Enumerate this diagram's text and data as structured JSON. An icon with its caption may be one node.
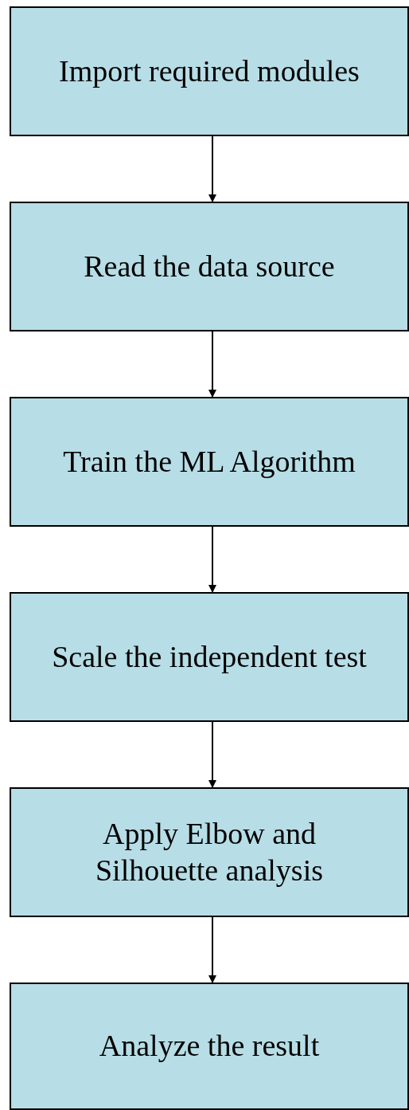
{
  "diagram": {
    "nodes": [
      {
        "text": [
          "Import required modules"
        ]
      },
      {
        "text": [
          "Read the data source"
        ]
      },
      {
        "text": [
          "Train the ML Algorithm"
        ]
      },
      {
        "text": [
          "Scale the independent test"
        ]
      },
      {
        "text": [
          "Apply Elbow and Silhouette analysis"
        ]
      },
      {
        "text": [
          "Analyze the result"
        ]
      }
    ],
    "edges": [
      {
        "from": 0,
        "to": 1,
        "arrow": "to"
      },
      {
        "from": 1,
        "to": 2,
        "arrow": "to"
      },
      {
        "from": 2,
        "to": 3,
        "arrow": "to"
      },
      {
        "from": 3,
        "to": 4,
        "arrow": "to"
      },
      {
        "from": 4,
        "to": 5,
        "arrow": "to"
      }
    ]
  }
}
